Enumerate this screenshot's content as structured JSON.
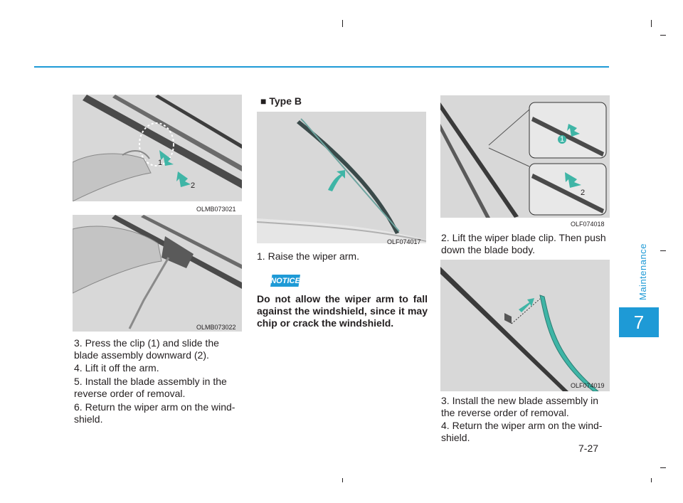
{
  "section_title": "■ Type B",
  "image_codes": {
    "img1": "OLMB073021",
    "img2": "OLMB073022",
    "img3": "OLF074017",
    "img4": "OLF074018",
    "img5": "OLF074019"
  },
  "callouts": {
    "img1_1": "1",
    "img1_2": "2",
    "img4_1": "1",
    "img4_2": "2"
  },
  "left_steps": [
    {
      "num": "3.",
      "text": "Press the clip (1) and slide the blade assembly downward (2)."
    },
    {
      "num": "4.",
      "text": "Lift it off the arm."
    },
    {
      "num": "5.",
      "text": "Install the blade assembly in the reverse order of removal."
    },
    {
      "num": "6.",
      "text": "Return the wiper arm on the wind-shield."
    }
  ],
  "middle_steps": [
    {
      "num": "1.",
      "text": "Raise the wiper arm."
    }
  ],
  "notice_label": "NOTICE",
  "notice_text": "Do not allow the wiper arm to fall against the windshield, since it may chip or crack the windshield.",
  "right_steps_top": [
    {
      "num": "2.",
      "text": "Lift the wiper blade clip. Then push down the blade body."
    }
  ],
  "right_steps_bottom": [
    {
      "num": "3.",
      "text": "Install the new blade assembly in the reverse order of removal."
    },
    {
      "num": "4.",
      "text": "Return the wiper arm on the wind-shield."
    }
  ],
  "side_tab_label": "Maintenance",
  "chapter_number": "7",
  "page_number": "7-27",
  "colors": {
    "accent": "#1e9ad6",
    "arrow": "#3fb5a6"
  }
}
